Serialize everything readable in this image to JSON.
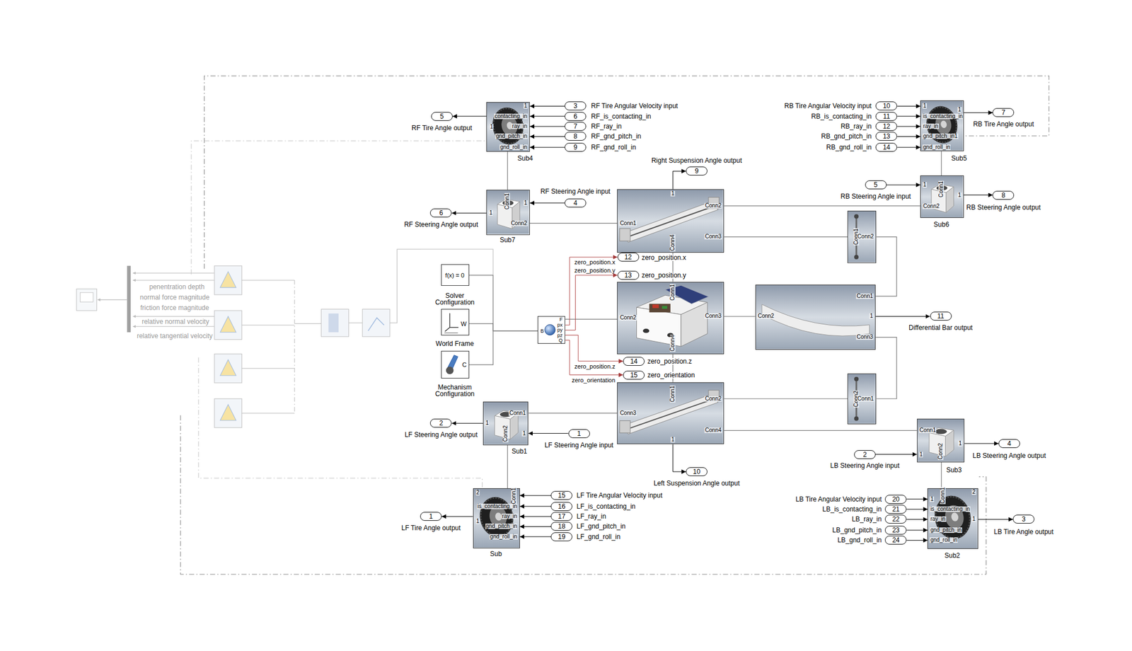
{
  "diagram": {
    "nodes": [
      {
        "text": [
          "Sub4",
          "1",
          "contacting_in",
          "ray_in",
          "gnd_pitch_in",
          "gnd_roll_in",
          "1"
        ]
      },
      {
        "text": [
          "5",
          "RF Tire Angle output"
        ]
      },
      {
        "text": [
          "3",
          "RF Tire Angular Velocity input"
        ]
      },
      {
        "text": [
          "6",
          "RF_is_contacting_in"
        ]
      },
      {
        "text": [
          "7",
          "RF_ray_in"
        ]
      },
      {
        "text": [
          "8",
          "RF_gnd_pitch_in"
        ]
      },
      {
        "text": [
          "9",
          "RF_gnd_roll_in"
        ]
      },
      {
        "text": [
          "Sub7",
          "Conn1",
          "1",
          "1",
          "Conn2"
        ]
      },
      {
        "text": [
          "6",
          "RF Steering Angle output"
        ]
      },
      {
        "text": [
          "4",
          "RF Steering Angle input"
        ]
      },
      {
        "text": [
          "Sub5",
          "1",
          "is_contacting_in",
          "ray_in",
          "gnd_pitch_in1",
          "gnd_roll_in",
          "1"
        ]
      },
      {
        "text": [
          "10",
          "RB Tire Angular Velocity input"
        ]
      },
      {
        "text": [
          "11",
          "RB_is_contacting_in"
        ]
      },
      {
        "text": [
          "12",
          "RB_ray_in"
        ]
      },
      {
        "text": [
          "13",
          "RB_gnd_pitch_in"
        ]
      },
      {
        "text": [
          "14",
          "RB_gnd_roll_in"
        ]
      },
      {
        "text": [
          "7",
          "RB Tire Angle output"
        ]
      },
      {
        "text": [
          "Sub6",
          "Conn1",
          "1",
          "1",
          "Conn2"
        ]
      },
      {
        "text": [
          "5",
          "RB Steering Angle input"
        ]
      },
      {
        "text": [
          "8",
          "RB Steering Angle output"
        ]
      },
      {
        "text": [
          "1",
          "Conn1",
          "Conn2",
          "Conn3",
          "Conn4"
        ]
      },
      {
        "text": [
          "9",
          "Right Suspension Angle output"
        ]
      },
      {
        "text": [
          "Conn1",
          "Conn2"
        ]
      },
      {
        "text": [
          "Solver Configuration",
          "f(x) = 0"
        ]
      },
      {
        "text": [
          "World Frame",
          "W"
        ]
      },
      {
        "text": [
          "Mechanism Configuration",
          "C"
        ]
      },
      {
        "text": [
          "B",
          "F",
          "px",
          "py",
          "pz",
          "Q"
        ]
      },
      {
        "text": [
          "12",
          "zero_position.x"
        ]
      },
      {
        "text": [
          "13",
          "zero_position.y"
        ]
      },
      {
        "text": [
          "Conn1",
          "Conn2",
          "Conn3",
          "Conn4"
        ]
      },
      {
        "text": [
          "Conn1",
          "Conn2",
          "1",
          "Conn3"
        ]
      },
      {
        "text": [
          "11",
          "Differential Bar output"
        ]
      },
      {
        "text": [
          "14",
          "zero_position.z"
        ]
      },
      {
        "text": [
          "15",
          "zero_orientation"
        ]
      },
      {
        "text": [
          "Conn1",
          "Conn2",
          "Conn3",
          "Conn4",
          "1"
        ]
      },
      {
        "text": [
          "Conn2",
          "Conn1"
        ]
      },
      {
        "text": [
          "Sub1",
          "Conn1",
          "1",
          "1",
          "Conn2"
        ]
      },
      {
        "text": [
          "2",
          "LF Steering Angle output"
        ]
      },
      {
        "text": [
          "1",
          "LF Steering Angle input"
        ]
      },
      {
        "text": [
          "10",
          "Left Suspension Angle output"
        ]
      },
      {
        "text": [
          "Sub3",
          "Conn1",
          "1",
          "1",
          "Conn2"
        ]
      },
      {
        "text": [
          "2",
          "LB Steering Angle input"
        ]
      },
      {
        "text": [
          "4",
          "LB Steering Angle output"
        ]
      },
      {
        "text": [
          "Sub",
          "2",
          "Conn1",
          "is_contacting_in",
          "ray_in",
          "gnd_pitch_in",
          "gnd_roll_in",
          "1"
        ]
      },
      {
        "text": [
          "1",
          "LF Tire Angle output"
        ]
      },
      {
        "text": [
          "15",
          "LF Tire Angular Velocity input"
        ]
      },
      {
        "text": [
          "16",
          "LF_is_contacting_in"
        ]
      },
      {
        "text": [
          "17",
          "LF_ray_in"
        ]
      },
      {
        "text": [
          "18",
          "LF_gnd_pitch_in"
        ]
      },
      {
        "text": [
          "19",
          "LF_gnd_roll_in"
        ]
      },
      {
        "text": [
          "Sub2",
          "Conn1",
          "2",
          "1",
          "is_contacting_in",
          "ray_in",
          "gnd_pitch_in",
          "gnd_roll_in",
          "1"
        ]
      },
      {
        "text": [
          "20",
          "LB Tire Angular Velocity input"
        ]
      },
      {
        "text": [
          "21",
          "LB_is_contacting_in"
        ]
      },
      {
        "text": [
          "22",
          "LB_ray_in"
        ]
      },
      {
        "text": [
          "23",
          "LB_gnd_pitch_in"
        ]
      },
      {
        "text": [
          "24",
          "LB_gnd_roll_in"
        ]
      },
      {
        "text": [
          "3",
          "LB Tire Angle output"
        ]
      }
    ],
    "edges": [
      {
        "from": 0,
        "to": 1,
        "arrow": "to"
      },
      {
        "from": 2,
        "to": 0,
        "arrow": "to"
      },
      {
        "from": 3,
        "to": 0,
        "arrow": "to"
      },
      {
        "from": 4,
        "to": 0,
        "arrow": "to"
      },
      {
        "from": 5,
        "to": 0,
        "arrow": "to"
      },
      {
        "from": 6,
        "to": 0,
        "arrow": "to"
      },
      {
        "from": 0,
        "to": 7,
        "arrow": "none"
      },
      {
        "from": 7,
        "to": 8,
        "arrow": "to"
      },
      {
        "from": 9,
        "to": 7,
        "arrow": "to"
      },
      {
        "from": 7,
        "to": 20,
        "arrow": "none"
      },
      {
        "from": 11,
        "to": 10,
        "arrow": "to"
      },
      {
        "from": 12,
        "to": 10,
        "arrow": "to"
      },
      {
        "from": 13,
        "to": 10,
        "arrow": "to"
      },
      {
        "from": 14,
        "to": 10,
        "arrow": "to"
      },
      {
        "from": 15,
        "to": 10,
        "arrow": "to"
      },
      {
        "from": 10,
        "to": 16,
        "arrow": "to"
      },
      {
        "from": 10,
        "to": 17,
        "arrow": "none"
      },
      {
        "from": 18,
        "to": 17,
        "arrow": "to"
      },
      {
        "from": 17,
        "to": 19,
        "arrow": "to"
      },
      {
        "from": 20,
        "to": 17,
        "arrow": "none"
      },
      {
        "from": 20,
        "to": 21,
        "arrow": "to"
      },
      {
        "from": 20,
        "to": 22,
        "arrow": "none"
      },
      {
        "from": 22,
        "to": 30,
        "arrow": "none"
      },
      {
        "from": 20,
        "to": 29,
        "arrow": "none"
      },
      {
        "from": 23,
        "to": 26,
        "arrow": "none"
      },
      {
        "from": 24,
        "to": 26,
        "arrow": "none"
      },
      {
        "from": 25,
        "to": 26,
        "arrow": "none"
      },
      {
        "from": 26,
        "to": 29,
        "arrow": "none"
      },
      {
        "from": 26,
        "to": 27,
        "arrow": "to",
        "label": "zero_position.x"
      },
      {
        "from": 26,
        "to": 28,
        "arrow": "to",
        "label": "zero_position.y"
      },
      {
        "from": 26,
        "to": 32,
        "arrow": "to",
        "label": "zero_position.z"
      },
      {
        "from": 26,
        "to": 33,
        "arrow": "to",
        "label": "zero_orientation"
      },
      {
        "from": 29,
        "to": 30,
        "arrow": "none"
      },
      {
        "from": 30,
        "to": 31,
        "arrow": "to"
      },
      {
        "from": 30,
        "to": 35,
        "arrow": "none"
      },
      {
        "from": 35,
        "to": 34,
        "arrow": "none"
      },
      {
        "from": 29,
        "to": 34,
        "arrow": "none"
      },
      {
        "from": 34,
        "to": 36,
        "arrow": "none"
      },
      {
        "from": 34,
        "to": 39,
        "arrow": "to"
      },
      {
        "from": 34,
        "to": 40,
        "arrow": "none"
      },
      {
        "from": 36,
        "to": 37,
        "arrow": "to"
      },
      {
        "from": 38,
        "to": 36,
        "arrow": "to"
      },
      {
        "from": 36,
        "to": 43,
        "arrow": "none"
      },
      {
        "from": 40,
        "to": 42,
        "arrow": "to"
      },
      {
        "from": 41,
        "to": 40,
        "arrow": "to"
      },
      {
        "from": 40,
        "to": 50,
        "arrow": "none"
      },
      {
        "from": 43,
        "to": 44,
        "arrow": "to"
      },
      {
        "from": 45,
        "to": 43,
        "arrow": "to"
      },
      {
        "from": 46,
        "to": 43,
        "arrow": "to"
      },
      {
        "from": 47,
        "to": 43,
        "arrow": "to"
      },
      {
        "from": 48,
        "to": 43,
        "arrow": "to"
      },
      {
        "from": 49,
        "to": 43,
        "arrow": "to"
      },
      {
        "from": 51,
        "to": 50,
        "arrow": "to"
      },
      {
        "from": 52,
        "to": 50,
        "arrow": "to"
      },
      {
        "from": 53,
        "to": 50,
        "arrow": "to"
      },
      {
        "from": 54,
        "to": 50,
        "arrow": "to"
      },
      {
        "from": 55,
        "to": 50,
        "arrow": "to"
      },
      {
        "from": 50,
        "to": 56,
        "arrow": "to"
      }
    ],
    "labels": [
      "penentration depth",
      "normal force magnitude",
      "friction force magnitude",
      "relative normal velocity",
      "relative tangential velocity"
    ]
  }
}
